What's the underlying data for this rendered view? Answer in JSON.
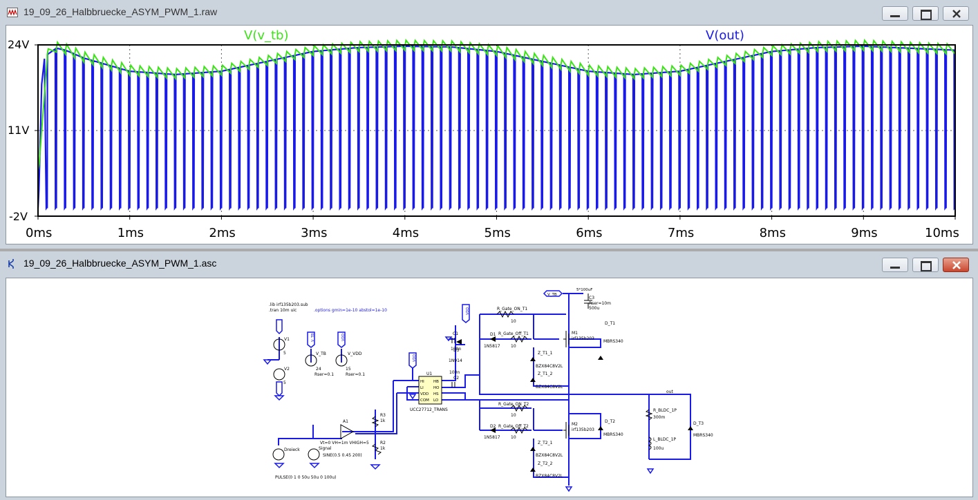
{
  "plot_window": {
    "title": "19_09_26_Halbbruecke_ASYM_PWM_1.raw",
    "buttons": {
      "minimize": "minimize",
      "maximize": "maximize",
      "close": "close"
    }
  },
  "chart_data": {
    "type": "line",
    "xlabel": "",
    "ylabel": "",
    "x_unit": "ms",
    "xlim": [
      0,
      10
    ],
    "ylim": [
      -2,
      24
    ],
    "y_ticks": [
      "24V",
      "11V",
      "-2V"
    ],
    "x_ticks": [
      "0ms",
      "1ms",
      "2ms",
      "3ms",
      "4ms",
      "5ms",
      "6ms",
      "7ms",
      "8ms",
      "9ms",
      "10ms"
    ],
    "grid": true,
    "series": [
      {
        "name": "V(v_tb)",
        "color": "#3de21a",
        "envelope_x": [
          0,
          0.05,
          0.1,
          0.2,
          0.3,
          0.5,
          1.0,
          1.5,
          2.0,
          2.5,
          3.0,
          3.5,
          4.0,
          4.5,
          5.0,
          5.5,
          6.0,
          6.5,
          7.0,
          7.5,
          8.0,
          8.5,
          9.0,
          9.5,
          10.0
        ],
        "envelope_y": [
          5,
          20,
          22.5,
          23.5,
          23.2,
          22.0,
          20.0,
          19.5,
          20.0,
          21.5,
          23.0,
          23.6,
          23.8,
          23.7,
          23.0,
          21.5,
          20.0,
          19.5,
          20.0,
          21.5,
          23.0,
          23.6,
          23.8,
          23.5,
          23.2
        ]
      },
      {
        "name": "V(out)",
        "color": "#1a1ae6",
        "pwm_low": -0.8,
        "pulses_per_ms": 10,
        "note_high_follows": "V(v_tb)"
      }
    ]
  },
  "schematic_window": {
    "title": "19_09_26_Halbbruecke_ASYM_PWM_1.asc",
    "buttons": {
      "minimize": "minimize",
      "maximize": "maximize",
      "close": "close"
    }
  },
  "schematic": {
    "directives": {
      "lib": ".lib irf135b203.sub",
      "tran": ".tran 10m uic",
      "options": ".options gmin=1e-10 abstol=1e-10"
    },
    "labels": {
      "v_tb": "V_TB",
      "vdd": "VDD",
      "out": "out",
      "cap_note": "5*100uF",
      "c3": "C3",
      "c3_rser": "Rser=10m",
      "c3_val": "500u",
      "v1": "V1",
      "v1_val": "5",
      "v2": "V2",
      "v2_val": "5",
      "vtb_src": "V_TB",
      "vtb_val": "24",
      "vtb_rser": "Rser=0.1",
      "vdd_src": "V_VDD",
      "vdd_val": "15",
      "vdd_rser": "Rser=0.1",
      "c1": "C1",
      "c1_val": "100n",
      "d3": "D3",
      "d3_val": "1N914",
      "c2_val": "100n",
      "c2": "C2",
      "u1": "U1",
      "u1_part": "UCC27712_TRANS",
      "u1_pins": [
        "HI",
        "HB",
        "LI",
        "HO",
        "VDD",
        "HS",
        "COM",
        "LO"
      ],
      "r_gate_on_t1": "R_Gate_ON_T1",
      "r_gate_on_t1_val": "10",
      "r_gate_off_t1": "R_Gate_Off_T1",
      "r_gate_off_t1_val": "10",
      "d1": "D1",
      "d1_val": "1N5817",
      "z_t1_1": "Z_T1_1",
      "z_t1_1_val": "BZX84C8V2L",
      "z_t1_2": "Z_T1_2",
      "z_t1_2_val": "BZX84C8V2L",
      "m1": "M1",
      "m1_val": "irf135b203",
      "d_t1": "D_T1",
      "d_t1_val": "MBRS340",
      "r_gate_on_t2": "R_Gate_ON_T2",
      "r_gate_on_t2_val": "10",
      "r_gate_off_t2": "R_Gate_Off_T2",
      "r_gate_off_t2_val": "10",
      "d2": "D2",
      "d2_val": "1N5817",
      "z_t2_1": "Z_T2_1",
      "z_t2_1_val": "BZX84C8V2L",
      "z_t2_2": "Z_T2_2",
      "z_t2_2_val": "BZX84C8V2L",
      "m2": "M2",
      "m2_val": "irf135b203",
      "d_t2": "D_T2",
      "d_t2_val": "MBRS340",
      "r_bldc": "R_BLDC_1P",
      "r_bldc_val": "300m",
      "l_bldc": "L_BLDC_1P",
      "l_bldc_val": "100u",
      "d_t3": "D_T3",
      "d_t3_val": "MBRS340",
      "r3": "R3",
      "r3_val": "1k",
      "r2": "R2",
      "r2_val": "1k",
      "a1": "A1",
      "a1_params": "Vt=0 VH=1m VHIGH=5",
      "dreieck": "Dreieck",
      "dreieck_val": "PULSE(0 1 0 50u 50u 0 100u)",
      "signal": "Signal",
      "signal_val": "SINE(0.5 0.45 200)"
    }
  }
}
